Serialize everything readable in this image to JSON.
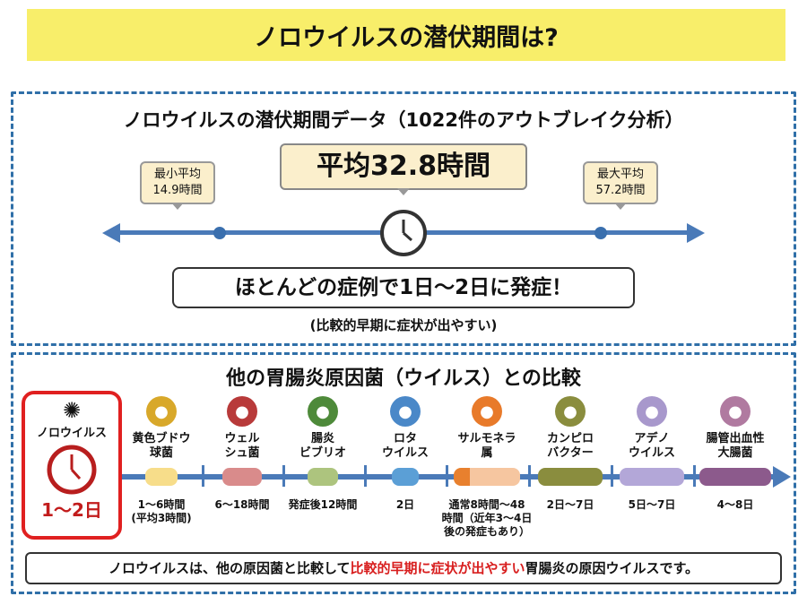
{
  "title": "ノロウイルスの潜伏期間は?",
  "section1": {
    "heading": "ノロウイルスの潜伏期間データ（1022件のアウトブレイク分析）",
    "min": {
      "label": "最小平均",
      "value": "14.9時間"
    },
    "avg": "平均32.8時間",
    "max": {
      "label": "最大平均",
      "value": "57.2時間"
    },
    "conclusion": "ほとんどの症例で1日〜2日に発症！",
    "note": "(比較的早期に症状が出やすい)"
  },
  "section2": {
    "heading": "他の胃腸炎原因菌（ウイルス）との比較",
    "norovirus": {
      "name": "ノロウイルス",
      "period": "1〜2日"
    },
    "items": [
      {
        "name": "黄色ブドウ球菌",
        "period": "1〜6時間\n(平均3時間)",
        "color": "#f7dd8a",
        "icon": "#d8a82a"
      },
      {
        "name": "ウェルシュ菌",
        "period": "6〜18時間",
        "color": "#d98b8b",
        "icon": "#b83a3a"
      },
      {
        "name": "腸炎ビブリオ",
        "period": "発症後12時間",
        "color": "#adc47e",
        "icon": "#4e8a3a"
      },
      {
        "name": "ロタウイルス",
        "period": "2日",
        "color": "#5b9fd6",
        "icon": "#4a88c8"
      },
      {
        "name": "サルモネラ属",
        "period": "通常8時間〜48時間（近年3〜4日後の発症もあり）",
        "color": "#f6c6a0",
        "icon": "#e87a2a"
      },
      {
        "name": "カンピロバクター",
        "period": "2日〜7日",
        "color": "#8a8d3e",
        "icon": "#8a8d3e"
      },
      {
        "name": "アデノウイルス",
        "period": "5日〜7日",
        "color": "#b3a7d8",
        "icon": "#a898cc"
      },
      {
        "name": "腸管出血性大腸菌",
        "period": "4〜8日",
        "color": "#8c5a8c",
        "icon": "#b07aa0"
      }
    ],
    "names_split": [
      [
        "黄色ブドウ",
        "球菌"
      ],
      [
        "ウェル",
        "シュ菌"
      ],
      [
        "腸炎",
        "ビブリオ"
      ],
      [
        "ロタ",
        "ウイルス"
      ],
      [
        "サルモネラ",
        "属"
      ],
      [
        "カンピロ",
        "バクター"
      ],
      [
        "アデノ",
        "ウイルス"
      ],
      [
        "腸管出血性",
        "大腸菌"
      ]
    ],
    "periods_split": [
      [
        "1〜6時間",
        "(平均3時間)"
      ],
      [
        "6〜18時間"
      ],
      [
        "発症後12時間"
      ],
      [
        "2日"
      ],
      [
        "通常8時間〜48",
        "時間（近年3〜4日",
        "後の発症もあり）"
      ],
      [
        "2日〜7日"
      ],
      [
        "5日〜7日"
      ],
      [
        "4〜8日"
      ]
    ],
    "footer": {
      "pre": "ノロウイルスは、他の原因菌と比較して",
      "highlight": "比較的早期に症状が出やすい",
      "post": "胃腸炎の原因ウイルスです。"
    }
  }
}
